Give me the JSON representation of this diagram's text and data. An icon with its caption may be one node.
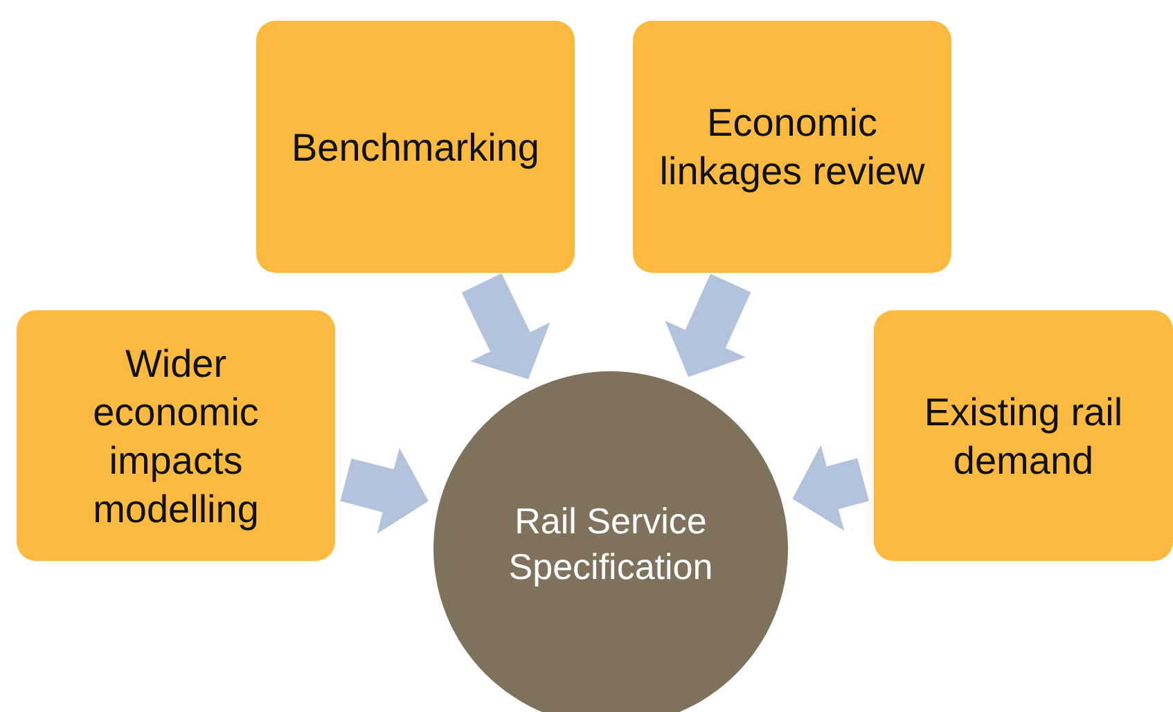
{
  "diagram": {
    "nodes": [
      {
        "text": [
          "Benchmarking"
        ]
      },
      {
        "text": [
          "Economic linkages review"
        ]
      },
      {
        "text": [
          "Wider economic impacts modelling"
        ]
      },
      {
        "text": [
          "Existing rail demand"
        ]
      },
      {
        "text": [
          "Rail Service Specification"
        ]
      }
    ],
    "edges": [
      {
        "from": 2,
        "to": 4,
        "arrow": "to"
      },
      {
        "from": 0,
        "to": 4,
        "arrow": "to"
      },
      {
        "from": 1,
        "to": 4,
        "arrow": "to"
      },
      {
        "from": 3,
        "to": 4,
        "arrow": "to"
      }
    ]
  }
}
